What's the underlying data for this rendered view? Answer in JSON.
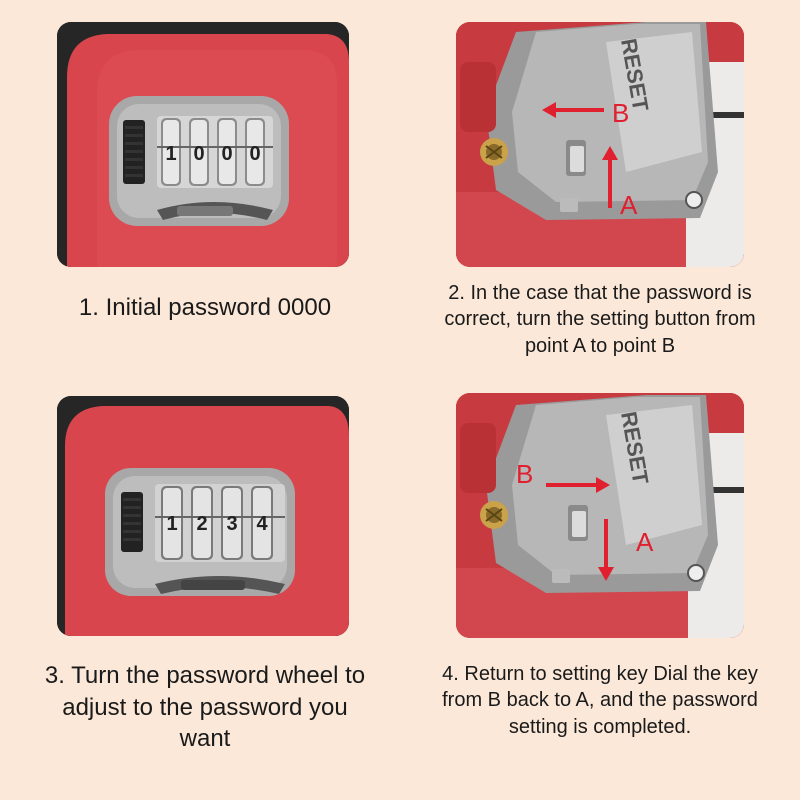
{
  "steps": [
    {
      "caption": "1. Initial password 0000"
    },
    {
      "caption": "2. In the case that the password is correct, turn the setting button from point A to point B"
    },
    {
      "caption": "3. Turn the password wheel to adjust to the password you want"
    },
    {
      "caption": "4. Return to setting key Dial the key from B back to A, and the password setting is completed."
    }
  ],
  "dials_initial": [
    "1",
    "0",
    "0",
    "0"
  ],
  "dials_adjusted": [
    "1",
    "2",
    "3",
    "4"
  ],
  "reset_label": "RESET",
  "point_a": "A",
  "point_b": "B",
  "colors": {
    "background": "#fbe8d8",
    "lock_red": "#d8454c",
    "lock_black": "#262626",
    "arrow_red": "#e0202e",
    "metal_gray": "#a9a9a9"
  }
}
